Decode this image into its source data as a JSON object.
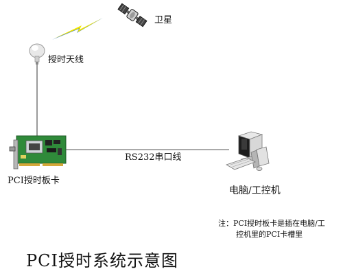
{
  "diagram": {
    "title": "PCI授时系统示意图",
    "nodes": {
      "satellite": {
        "label": "卫星",
        "icon": "satellite-icon"
      },
      "antenna": {
        "label": "授时天线",
        "icon": "antenna-icon"
      },
      "pci_card": {
        "label": "PCI授时板卡",
        "icon": "pci-card-icon"
      },
      "computer": {
        "label": "电脑/工控机",
        "icon": "computer-icon"
      }
    },
    "links": {
      "signal": {
        "from": "satellite",
        "to": "antenna",
        "style": "lightning"
      },
      "antenna_cable": {
        "from": "antenna",
        "to": "pci_card"
      },
      "serial_cable": {
        "from": "pci_card",
        "to": "computer",
        "label": "RS232串口线"
      }
    },
    "note": {
      "line1": "注：PCI授时板卡是插在电脑/工",
      "line2": "控机里的PCI卡槽里"
    },
    "colors": {
      "lightning_yellow": "#f2e600",
      "lightning_blue": "#2a6fc0",
      "pcb_green": "#2f8a3a",
      "line": "#555555"
    }
  }
}
